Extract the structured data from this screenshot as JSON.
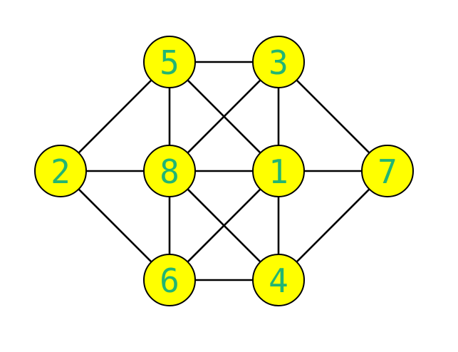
{
  "colors": {
    "node_fill": "#ffff00",
    "label": "#22b573",
    "edge": "#000000"
  },
  "nodes": [
    {
      "id": "5",
      "label": "5"
    },
    {
      "id": "3",
      "label": "3"
    },
    {
      "id": "2",
      "label": "2"
    },
    {
      "id": "8",
      "label": "8"
    },
    {
      "id": "1",
      "label": "1"
    },
    {
      "id": "7",
      "label": "7"
    },
    {
      "id": "6",
      "label": "6"
    },
    {
      "id": "4",
      "label": "4"
    }
  ],
  "edges": [
    [
      "5",
      "3"
    ],
    [
      "5",
      "2"
    ],
    [
      "5",
      "8"
    ],
    [
      "5",
      "1"
    ],
    [
      "3",
      "8"
    ],
    [
      "3",
      "1"
    ],
    [
      "3",
      "7"
    ],
    [
      "2",
      "8"
    ],
    [
      "2",
      "6"
    ],
    [
      "8",
      "1"
    ],
    [
      "8",
      "6"
    ],
    [
      "8",
      "4"
    ],
    [
      "1",
      "7"
    ],
    [
      "1",
      "6"
    ],
    [
      "1",
      "4"
    ],
    [
      "7",
      "4"
    ],
    [
      "6",
      "4"
    ]
  ]
}
